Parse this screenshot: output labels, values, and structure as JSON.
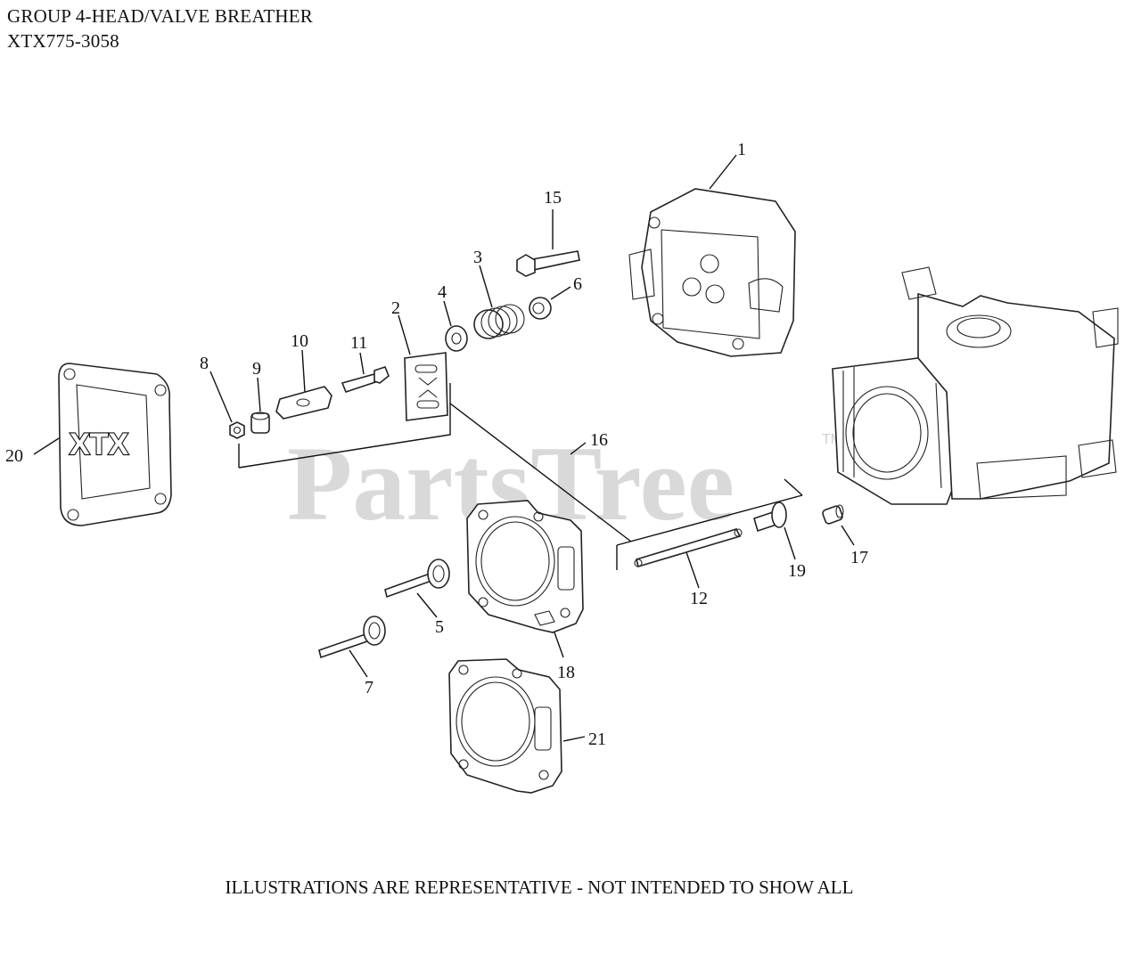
{
  "header": {
    "title": "GROUP 4-HEAD/VALVE BREATHER",
    "model": "XTX775-3058"
  },
  "watermark": {
    "text": "PartsTree",
    "tm": "TM"
  },
  "cover_logo": "XTX",
  "callouts": [
    "1",
    "2",
    "3",
    "4",
    "5",
    "6",
    "7",
    "8",
    "9",
    "10",
    "11",
    "12",
    "15",
    "16",
    "17",
    "18",
    "19",
    "20",
    "21"
  ],
  "footer": "ILLUSTRATIONS ARE REPRESENTATIVE - NOT INTENDED TO SHOW ALL"
}
